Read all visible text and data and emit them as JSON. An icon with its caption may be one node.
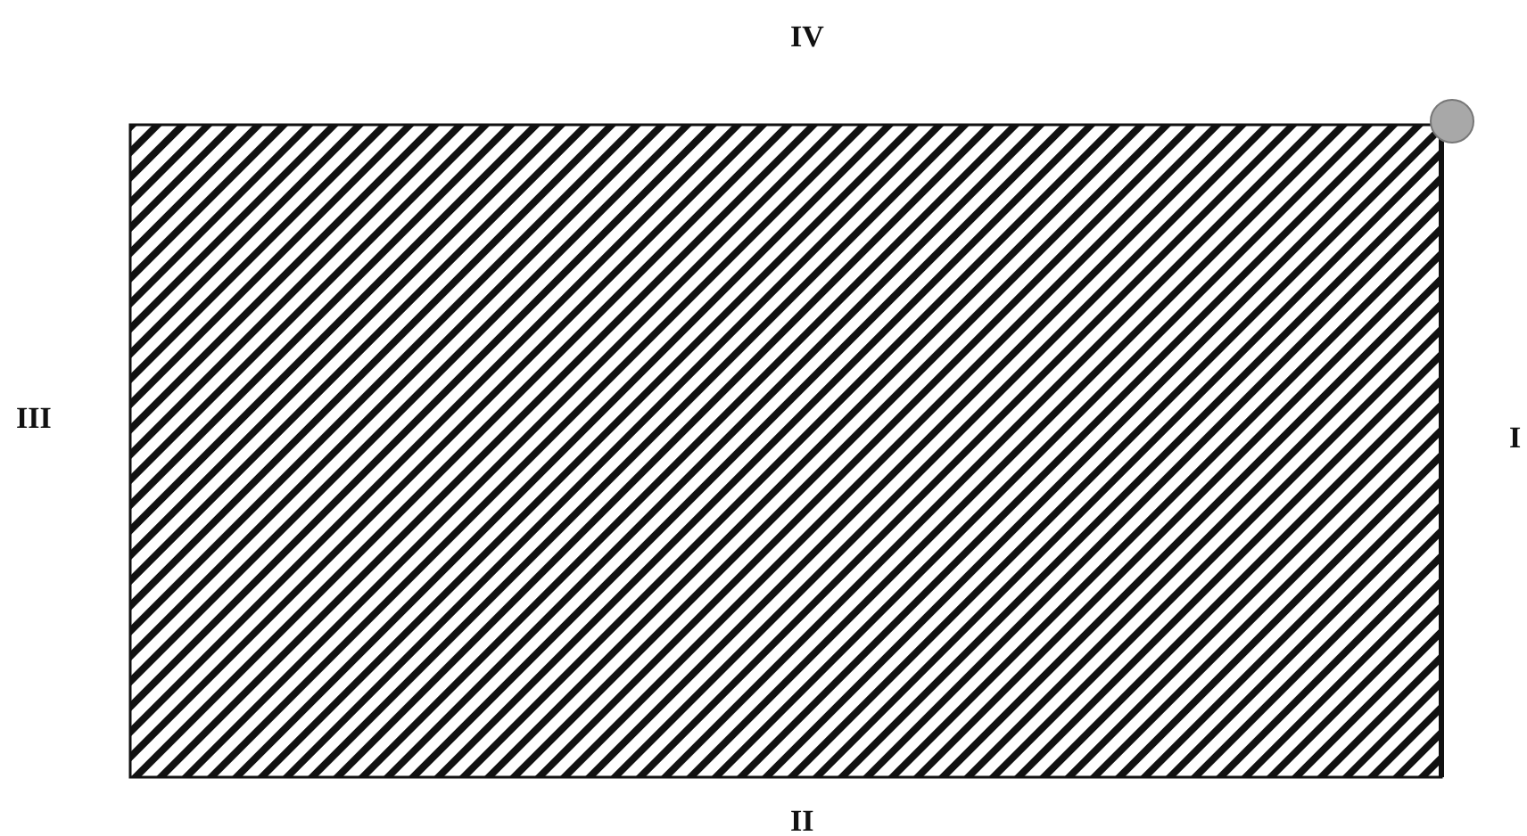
{
  "diagram": {
    "labels": [
      "IV",
      "III",
      "I",
      "II"
    ]
  }
}
